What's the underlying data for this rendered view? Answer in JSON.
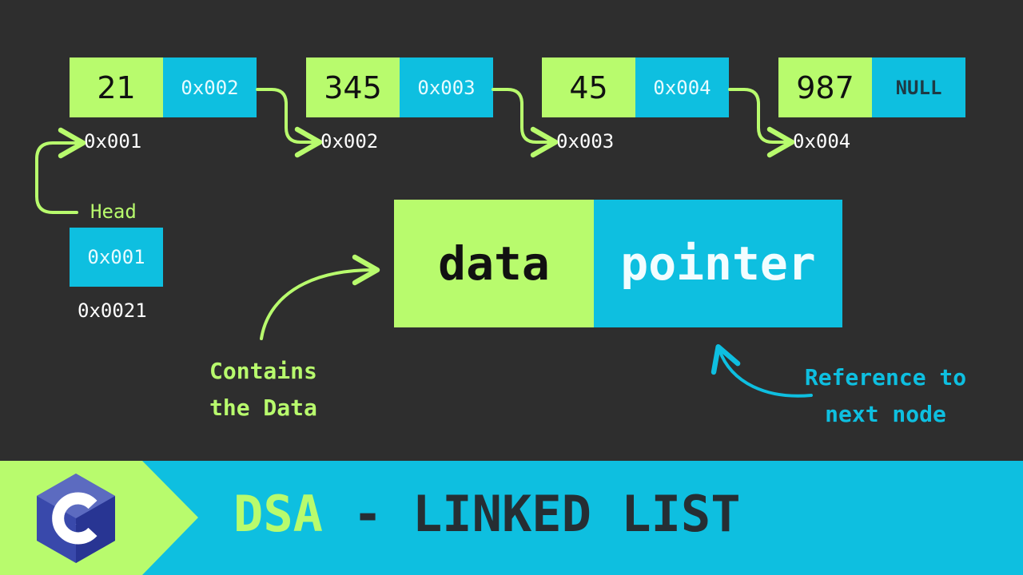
{
  "nodes": [
    {
      "data": "21",
      "next": "0x002",
      "address": "0x001"
    },
    {
      "data": "345",
      "next": "0x003",
      "address": "0x002"
    },
    {
      "data": "45",
      "next": "0x004",
      "address": "0x003"
    },
    {
      "data": "987",
      "next": "NULL",
      "address": "0x004"
    }
  ],
  "head": {
    "label": "Head",
    "value": "0x001",
    "address": "0x0021"
  },
  "legend": {
    "data_label": "data",
    "pointer_label": "pointer"
  },
  "annotations": {
    "data_note_line1": "Contains",
    "data_note_line2": "the Data",
    "pointer_note_line1": "Reference to",
    "pointer_note_line2": "next node"
  },
  "banner": {
    "title_accent": "DSA",
    "title_rest": "- LINKED LIST",
    "logo_letter": "C"
  },
  "colors": {
    "background": "#2e2e2e",
    "data_green": "#b8fb6d",
    "pointer_cyan": "#0ebfe0",
    "title_dark": "#262e33",
    "logo_blue": "#283593"
  }
}
